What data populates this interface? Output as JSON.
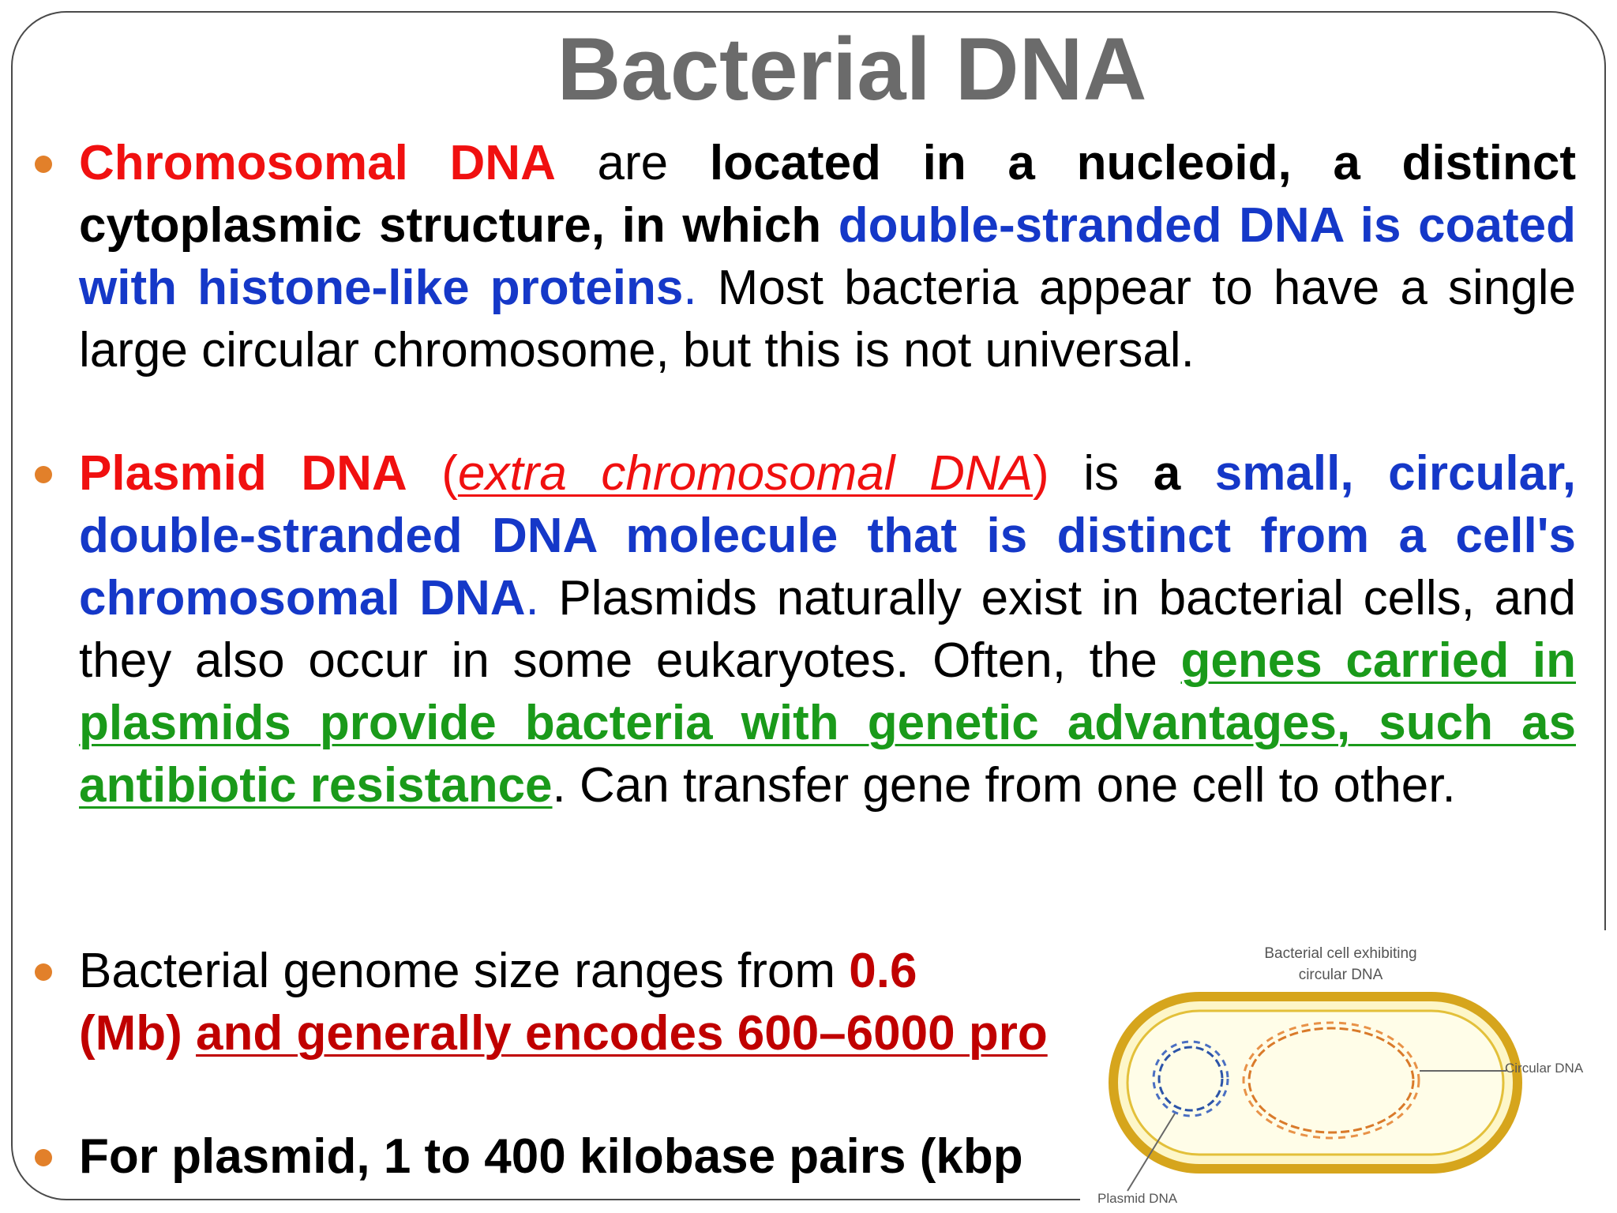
{
  "title": "Bacterial DNA",
  "bullets": [
    {
      "t1": "Chromosomal DNA",
      "t2": " are ",
      "t3": "located in a nucleoid, a distinct cytoplasmic structure, in which ",
      "t4": "double-stranded DNA is coated with histone-like proteins",
      "t5": ".",
      "t6": " Most bacteria appear to have a single large circular chromosome, but this is not universal."
    },
    {
      "t1": "Plasmid DNA",
      "t2": " (",
      "t3": "extra chromosomal DNA",
      "t4": ")",
      "t5": " is ",
      "t6": "a",
      "t7": " ",
      "t8": "small, circular, double-stranded DNA molecule that is distinct from a cell's chromosomal DNA",
      "t9": ".",
      "t10": " Plasmids naturally exist in bacterial cells, and they also occur in some eukaryotes. Often, the ",
      "t11": "genes carried in plasmids provide bacteria with genetic advantages, such as antibiotic resistance",
      "t12": ". Can transfer gene from one cell to other."
    },
    {
      "t1": "Bacterial genome size ranges from ",
      "t2": "0.6",
      "t3": "(Mb)",
      "t4": " ",
      "t5": "and generally encodes 600–6000 pro"
    },
    {
      "t1": "For plasmid,  1 to 400 kilobase pairs (kbp"
    }
  ],
  "figure": {
    "caption_line1": "Bacterial cell exhibiting",
    "caption_line2": "circular DNA",
    "label_circular": "Circular DNA",
    "label_plasmid": "Plasmid DNA"
  },
  "colors": {
    "title": "#6b6b6b",
    "bullet_dot": "#e2802a",
    "red": "#f01010",
    "dark_red": "#c00000",
    "blue": "#1538c8",
    "green": "#1a9a1a"
  }
}
